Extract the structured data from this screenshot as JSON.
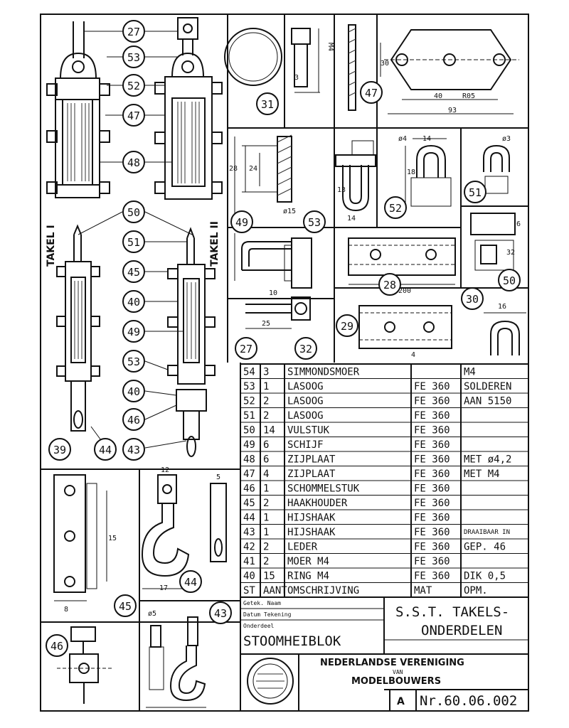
{
  "callouts": {
    "b27a": "27",
    "b53": "53",
    "b52": "52",
    "b47": "47",
    "b48": "48",
    "b50a": "50",
    "b51a": "51",
    "b45": "45",
    "b40a": "40",
    "b49a": "49",
    "b53b": "53",
    "b40b": "40",
    "b46a": "46",
    "b39": "39",
    "b44a": "44",
    "b43a": "43",
    "b31": "31",
    "b47b": "47",
    "b49b": "49",
    "b53c": "53",
    "b52b": "52",
    "b51b": "51",
    "b28": "28",
    "b50b": "50",
    "b30": "30",
    "b27b": "27",
    "b32": "32",
    "b29": "29",
    "b44b": "44",
    "b45b": "45",
    "b46b": "46",
    "b43b": "43"
  },
  "views": {
    "takel_i": "TAKEL I",
    "takel_ii": "TAKEL II"
  },
  "dimensions": {
    "d30": "30",
    "d40": "40",
    "d93": "93",
    "d105": "R05",
    "d3m": "3",
    "d18": "18",
    "d14": "14",
    "d14b": "14",
    "d13": "13",
    "d25": "25",
    "d10": "10",
    "d28": "28",
    "d24": "24",
    "d200": "200",
    "d16": "16",
    "d6": "6",
    "d4": "4",
    "d17": "17",
    "d5": "5",
    "d12": "12",
    "d15": "15",
    "d32": "32",
    "d8": "8",
    "d4b": "ø4",
    "d3b": "ø3",
    "d5b": "ø5",
    "m4": "M4",
    "d1s": "ø15"
  },
  "parts_table": {
    "rows": [
      {
        "nr": "54",
        "qty": "3",
        "name": "SIMMONDSMOER",
        "mat": "",
        "note": "M4"
      },
      {
        "nr": "53",
        "qty": "1",
        "name": "LASOOG",
        "mat": "FE 360",
        "note": "SOLDEREN"
      },
      {
        "nr": "52",
        "qty": "2",
        "name": "LASOOG",
        "mat": "FE 360",
        "note": "AAN 5150"
      },
      {
        "nr": "51",
        "qty": "2",
        "name": "LASOOG",
        "mat": "FE 360",
        "note": ""
      },
      {
        "nr": "50",
        "qty": "14",
        "name": "VULSTUK",
        "mat": "FE 360",
        "note": ""
      },
      {
        "nr": "49",
        "qty": "6",
        "name": "SCHIJF",
        "mat": "FE 360",
        "note": ""
      },
      {
        "nr": "48",
        "qty": "6",
        "name": "ZIJPLAAT",
        "mat": "FE 360",
        "note": "MET ø4,2"
      },
      {
        "nr": "47",
        "qty": "4",
        "name": "ZIJPLAAT",
        "mat": "FE 360",
        "note": "MET M4"
      },
      {
        "nr": "46",
        "qty": "1",
        "name": "SCHOMMELSTUK",
        "mat": "FE 360",
        "note": ""
      },
      {
        "nr": "45",
        "qty": "2",
        "name": "HAAKHOUDER",
        "mat": "FE 360",
        "note": ""
      },
      {
        "nr": "44",
        "qty": "1",
        "name": "HIJSHAAK",
        "mat": "FE 360",
        "note": ""
      },
      {
        "nr": "43",
        "qty": "1",
        "name": "HIJSHAAK",
        "mat": "FE 360",
        "note": "DRAAIBAAR IN"
      },
      {
        "nr": "42",
        "qty": "2",
        "name": "LEDER",
        "mat": "FE 360",
        "note": "GEP. 46"
      },
      {
        "nr": "41",
        "qty": "2",
        "name": "MOER M4",
        "mat": "FE 360",
        "note": ""
      },
      {
        "nr": "40",
        "qty": "15",
        "name": "RING M4",
        "mat": "FE 360",
        "note": "DIK 0,5"
      }
    ],
    "header": {
      "nr": "ST",
      "qty": "AANT",
      "name": "OMSCHRIJVING",
      "mat": "MAT",
      "note": "OPM."
    }
  },
  "title_block": {
    "field_small_1": "Getek. Naam",
    "field_small_2": "Datum Tekening",
    "field_small_3": "Onderdeel",
    "subject": "STOOMHEIBLOK",
    "title_line_1": "S.S.T. TAKELS-",
    "title_line_2": "ONDERDELEN",
    "org_line_1": "NEDERLANDSE VERENIGING",
    "org_line_2": "VAN",
    "org_line_3": "MODELBOUWERS",
    "format": "A",
    "drawing_nr": "Nr.60.06.002"
  }
}
